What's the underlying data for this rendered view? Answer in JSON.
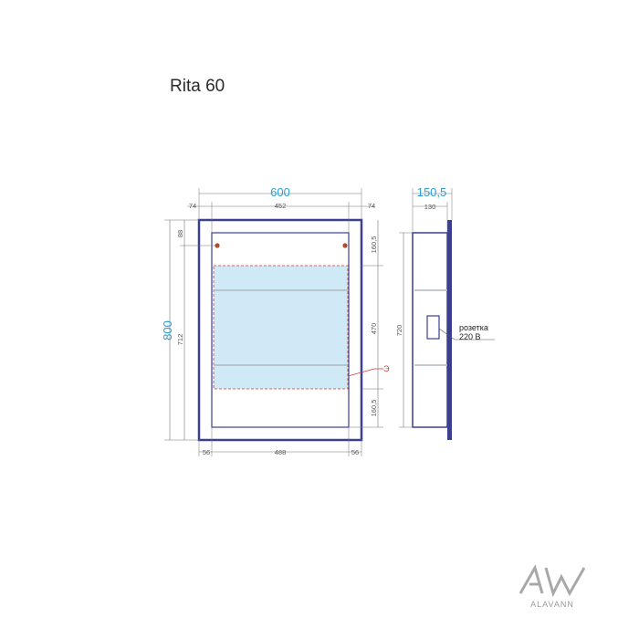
{
  "title": "Rita 60",
  "front": {
    "width_total": "600",
    "height_total": "800",
    "top_left": "74",
    "top_mid": "452",
    "top_right": "74",
    "left_top_offset": "88",
    "left_inner_height": "712",
    "right_top": "160,5",
    "right_mid": "470",
    "right_bottom": "160,5",
    "bottom_left": "56",
    "bottom_mid": "488",
    "bottom_right": "56",
    "light_label": "Э"
  },
  "side": {
    "depth_total": "150,5",
    "depth_inner": "130",
    "height": "720",
    "socket_label_line1": "розетка",
    "socket_label_line2": "220 В"
  },
  "logo": {
    "mark": "AW",
    "name": "ALAVANN"
  },
  "colors": {
    "frame": "#3a3f8f",
    "glass": "#cfe9f7",
    "accent_dim": "#2a9fd0",
    "dashed": "#d23a3a"
  }
}
